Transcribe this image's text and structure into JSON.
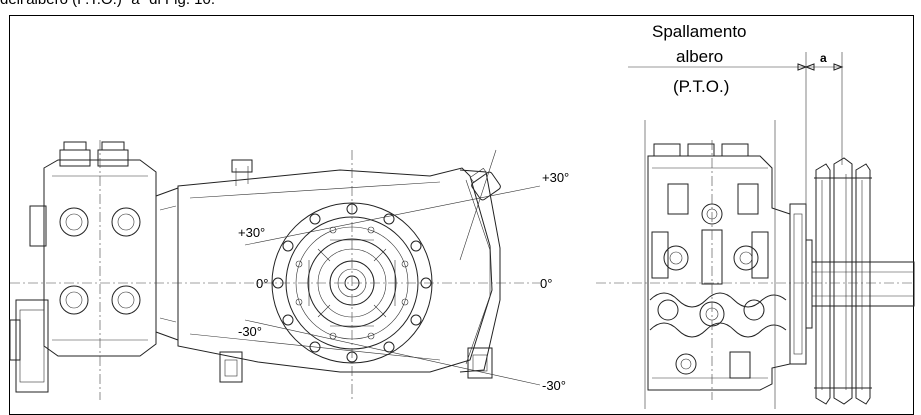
{
  "caption": "dell'albero (P.T.O.) \"a\" di Fig. 10.",
  "labels": {
    "shoulder_line1": "Spallamento",
    "shoulder_line2": "albero",
    "shoulder_line3": "(P.T.O.)",
    "dim_a": "a",
    "plus30_right": "+30°",
    "plus30_left": "+30°",
    "zero_left": "0°",
    "zero_right": "0°",
    "minus30_left": "-30°",
    "minus30_right": "-30°"
  }
}
